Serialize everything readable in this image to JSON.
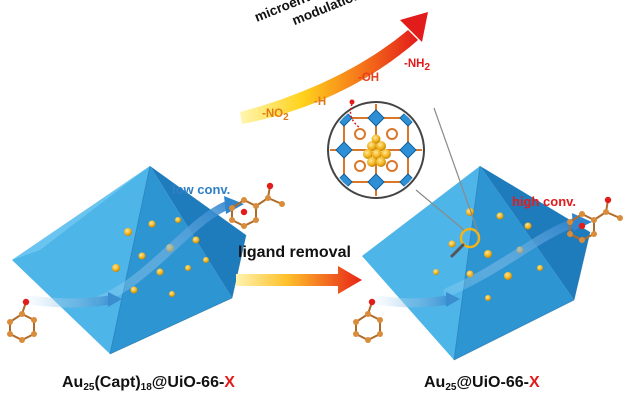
{
  "colors": {
    "crystal_light": "#6ecdf2",
    "crystal_mid": "#2f9fd8",
    "crystal_dark": "#176fa8",
    "gold": "#f2b21a",
    "accent_red": "#e21b1b",
    "orange": "#f08a1c",
    "stream_blue": "#3a8ed0"
  },
  "gradient_arrow": {
    "line1": "microenvironment",
    "line2": "modulation",
    "groups": {
      "no2_base": "-NO",
      "no2_sub": "2",
      "h": "-H",
      "oh": "-OH",
      "nh2_base": "-NH",
      "nh2_sub": "2"
    }
  },
  "center_arrow": {
    "label": "ligand removal"
  },
  "left_panel": {
    "conversion_label": "low conv.",
    "caption": {
      "p1": "Au",
      "s1": "25",
      "p2": "(Capt)",
      "s2": "18",
      "p3": "@UiO-66-",
      "x": "X"
    }
  },
  "right_panel": {
    "conversion_label": "high conv.",
    "caption": {
      "p1": "Au",
      "s1": "25",
      "p3": "@UiO-66-",
      "x": "X"
    }
  }
}
